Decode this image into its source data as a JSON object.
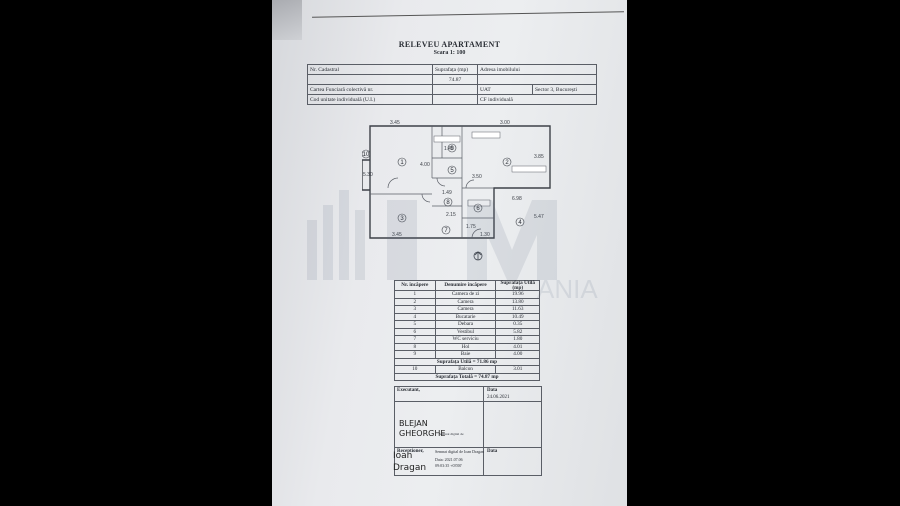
{
  "document": {
    "title": "RELEVEU APARTAMENT",
    "scale": "Scara 1: 100",
    "header": {
      "nr_cadastral_label": "Nr. Cadastral",
      "suprafata_label": "Suprafața (mp)",
      "suprafata_value": "74.87",
      "adresa_label": "Adresa imobilului",
      "carte_funciara_label": "Cartea Funciară colectivă nr.",
      "uat_label": "UAT",
      "uat_value": "Sector 3, București",
      "cod_label": "Cod unitate individuală (U.I.)",
      "cf_label": "CF individuală"
    },
    "plan_labels": {
      "dims": [
        "3.45",
        "3.00",
        "3.45",
        "5.47",
        "5.30",
        "4.00",
        "3.85",
        "1.45",
        "1.49",
        "1.75",
        "3.50",
        "2.15",
        "6.98",
        "1.30"
      ],
      "rooms": [
        "1",
        "2",
        "3",
        "4",
        "5",
        "6",
        "7",
        "8",
        "9",
        "10"
      ]
    },
    "rooms_table": {
      "headers": [
        "Nr. încăpere",
        "Denumire încăpere",
        "Suprafața Utilă (mp)"
      ],
      "rows": [
        [
          "1",
          "Camera de zi",
          "19.96"
        ],
        [
          "2",
          "Camera",
          "13.80"
        ],
        [
          "3",
          "Camera",
          "11.63"
        ],
        [
          "4",
          "Bucatarie",
          "10.49"
        ],
        [
          "5",
          "Debara",
          "0.35"
        ],
        [
          "6",
          "Vestibul",
          "5.82"
        ],
        [
          "7",
          "WC serviciu",
          "1.80"
        ],
        [
          "8",
          "Hol",
          "4.01"
        ],
        [
          "9",
          "Baie",
          "4.00"
        ]
      ],
      "suprafata_utila": "Suprafața Utilă = 71.86 mp",
      "balcon_row": [
        "10",
        "Balcon",
        "3.01"
      ],
      "suprafata_totala": "Suprafața Totală = 74.87 mp"
    },
    "signature": {
      "executant_label": "Executant,",
      "data_label": "Data",
      "data_value": "24.06.2021",
      "name1": "BLEJAN",
      "name2": "GHEORGHE",
      "small_stamp": "Semnat digital de",
      "receptioner_label": "Receptioner,",
      "semnat": "Semnat digital de Ioan Dragan",
      "data_sign": "Data: 2021.07.06",
      "data_sign2": "09:03:35 +03'00'",
      "data2_label": "Data",
      "name3": "Ioan",
      "name4": "Dragan"
    },
    "watermark_fragment": "ANIA"
  }
}
